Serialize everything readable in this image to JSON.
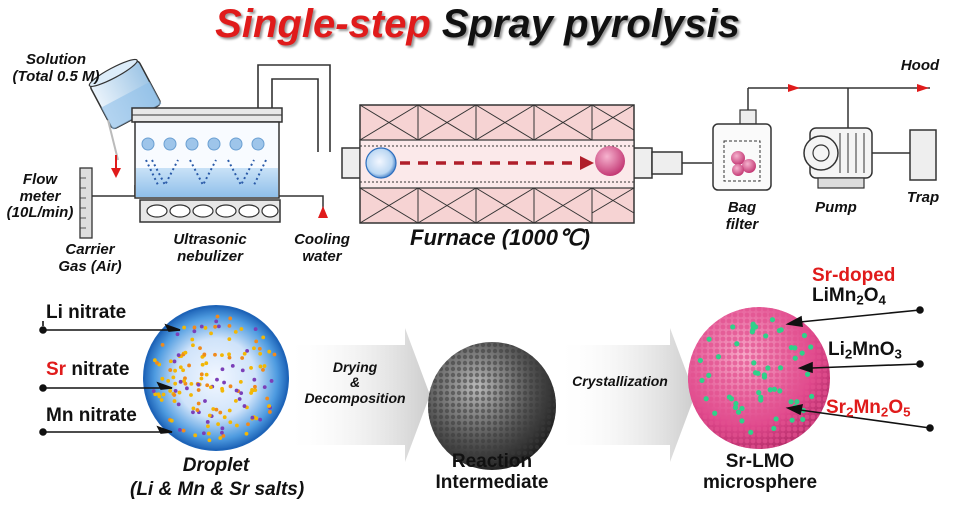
{
  "title": {
    "part1": "Single-step",
    "part2": " Spray pyrolysis"
  },
  "apparatus": {
    "solution": {
      "line1": "Solution",
      "line2": "(Total 0.5 M)"
    },
    "flow_meter": {
      "line1": "Flow",
      "line2": "meter",
      "line3": "(10L/min)"
    },
    "carrier_gas": {
      "line1": "Carrier",
      "line2": "Gas (Air)"
    },
    "nebulizer": {
      "line1": "Ultrasonic",
      "line2": "nebulizer"
    },
    "cooling_water": {
      "line1": "Cooling",
      "line2": "water"
    },
    "furnace": "Furnace (1000℃)",
    "bag_filter": {
      "line1": "Bag",
      "line2": "filter"
    },
    "pump": "Pump",
    "trap": "Trap",
    "hood": "Hood"
  },
  "process": {
    "droplet": {
      "inputs": {
        "li": "Li nitrate",
        "sr_red": "Sr",
        "sr_rest": " nitrate",
        "mn": "Mn nitrate"
      },
      "caption1": "Droplet",
      "caption2": "(Li & Mn & Sr salts)"
    },
    "step1": {
      "line1": "Drying",
      "line2": "&",
      "line3": "Decomposition"
    },
    "intermediate": {
      "line1": "Reaction",
      "line2": "Intermediate"
    },
    "step2": "Crystallization",
    "product": {
      "phase1_top": "Sr-doped",
      "phase1": {
        "a": "LiMn",
        "s1": "2",
        "b": "O",
        "s2": "4"
      },
      "phase2": {
        "a": "Li",
        "s1": "2",
        "b": "MnO",
        "s2": "3"
      },
      "phase3": {
        "a": "Sr",
        "s1": "2",
        "b": "Mn",
        "s2": "2",
        "c": "O",
        "s3": "5"
      },
      "caption1": "Sr-LMO",
      "caption2": "microsphere"
    }
  },
  "colors": {
    "accent_red": "#e01b1b",
    "furnace_pink": "#f6d3d3",
    "droplet_blue": "#2d8bd6",
    "product_pink": "#e0488c"
  }
}
